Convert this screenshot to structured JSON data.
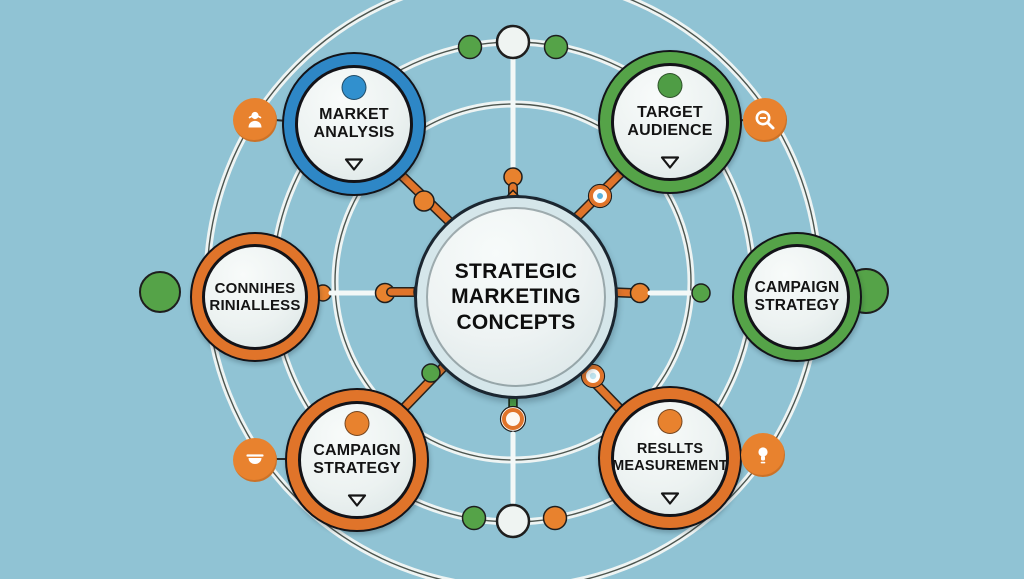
{
  "diagram": {
    "title": "STRATEGIC\nMARKETING\nCONCEPTS",
    "nodes": [
      {
        "id": "market-analysis",
        "label": "MARKET\nANALYSIS",
        "ring_color": "blue",
        "top_dot": "blue",
        "has_triangle": true
      },
      {
        "id": "target-audience",
        "label": "TARGET\nAUDIENCE",
        "ring_color": "green",
        "top_dot": "green",
        "has_triangle": true
      },
      {
        "id": "connihes-rinialless",
        "label": "CONNIHES\nRINIALLESS",
        "ring_color": "orange",
        "top_dot": null,
        "has_triangle": false
      },
      {
        "id": "campaign-strategy-right",
        "label": "CAMPAIGN\nSTRATEGY",
        "ring_color": "green",
        "top_dot": null,
        "has_triangle": false
      },
      {
        "id": "campaign-strategy-bottom",
        "label": "CAMPAIGN\nSTRATEGY",
        "ring_color": "orange",
        "top_dot": "orange",
        "has_triangle": true
      },
      {
        "id": "results-measurement",
        "label": "RESLLTS\nMEASUREMENT",
        "ring_color": "orange",
        "top_dot": "orange",
        "has_triangle": true
      }
    ],
    "badges": [
      {
        "position": "top-left",
        "icon": "person-icon"
      },
      {
        "position": "top-right",
        "icon": "search-icon"
      },
      {
        "position": "bottom-left",
        "icon": "cup-icon"
      },
      {
        "position": "bottom-right",
        "icon": "lightbulb-icon"
      }
    ],
    "colors": {
      "background": "#90c3d4",
      "blue": "#2e87c6",
      "green": "#55a348",
      "orange": "#e0742a",
      "node_fill": "#ecf2f1",
      "outline": "#131318",
      "ring_white": "#eef4f3"
    }
  }
}
